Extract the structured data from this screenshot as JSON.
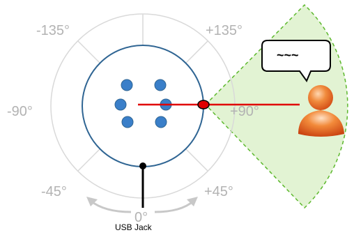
{
  "angles": {
    "minus135": "-135°",
    "plus135": "+135°",
    "minus90": "-90°",
    "plus90": "+90°",
    "minus45": "-45°",
    "plus45": "+45°",
    "zero": "0°"
  },
  "usb_label": "USB Jack",
  "speech_bubble_text": "~~~",
  "icons": {
    "person": "person-icon",
    "speech": "speech-bubble-icon",
    "rotation": "rotation-arrow-icon"
  },
  "colors": {
    "outer_ring": "#d9d9d9",
    "device_circle": "#2f6593",
    "mic_dot": "#3a7fc9",
    "direction_line": "#e00000",
    "wedge_fill": "#d5eec0",
    "wedge_stroke": "#5cb82c",
    "label_gray": "#b3b3b3"
  }
}
